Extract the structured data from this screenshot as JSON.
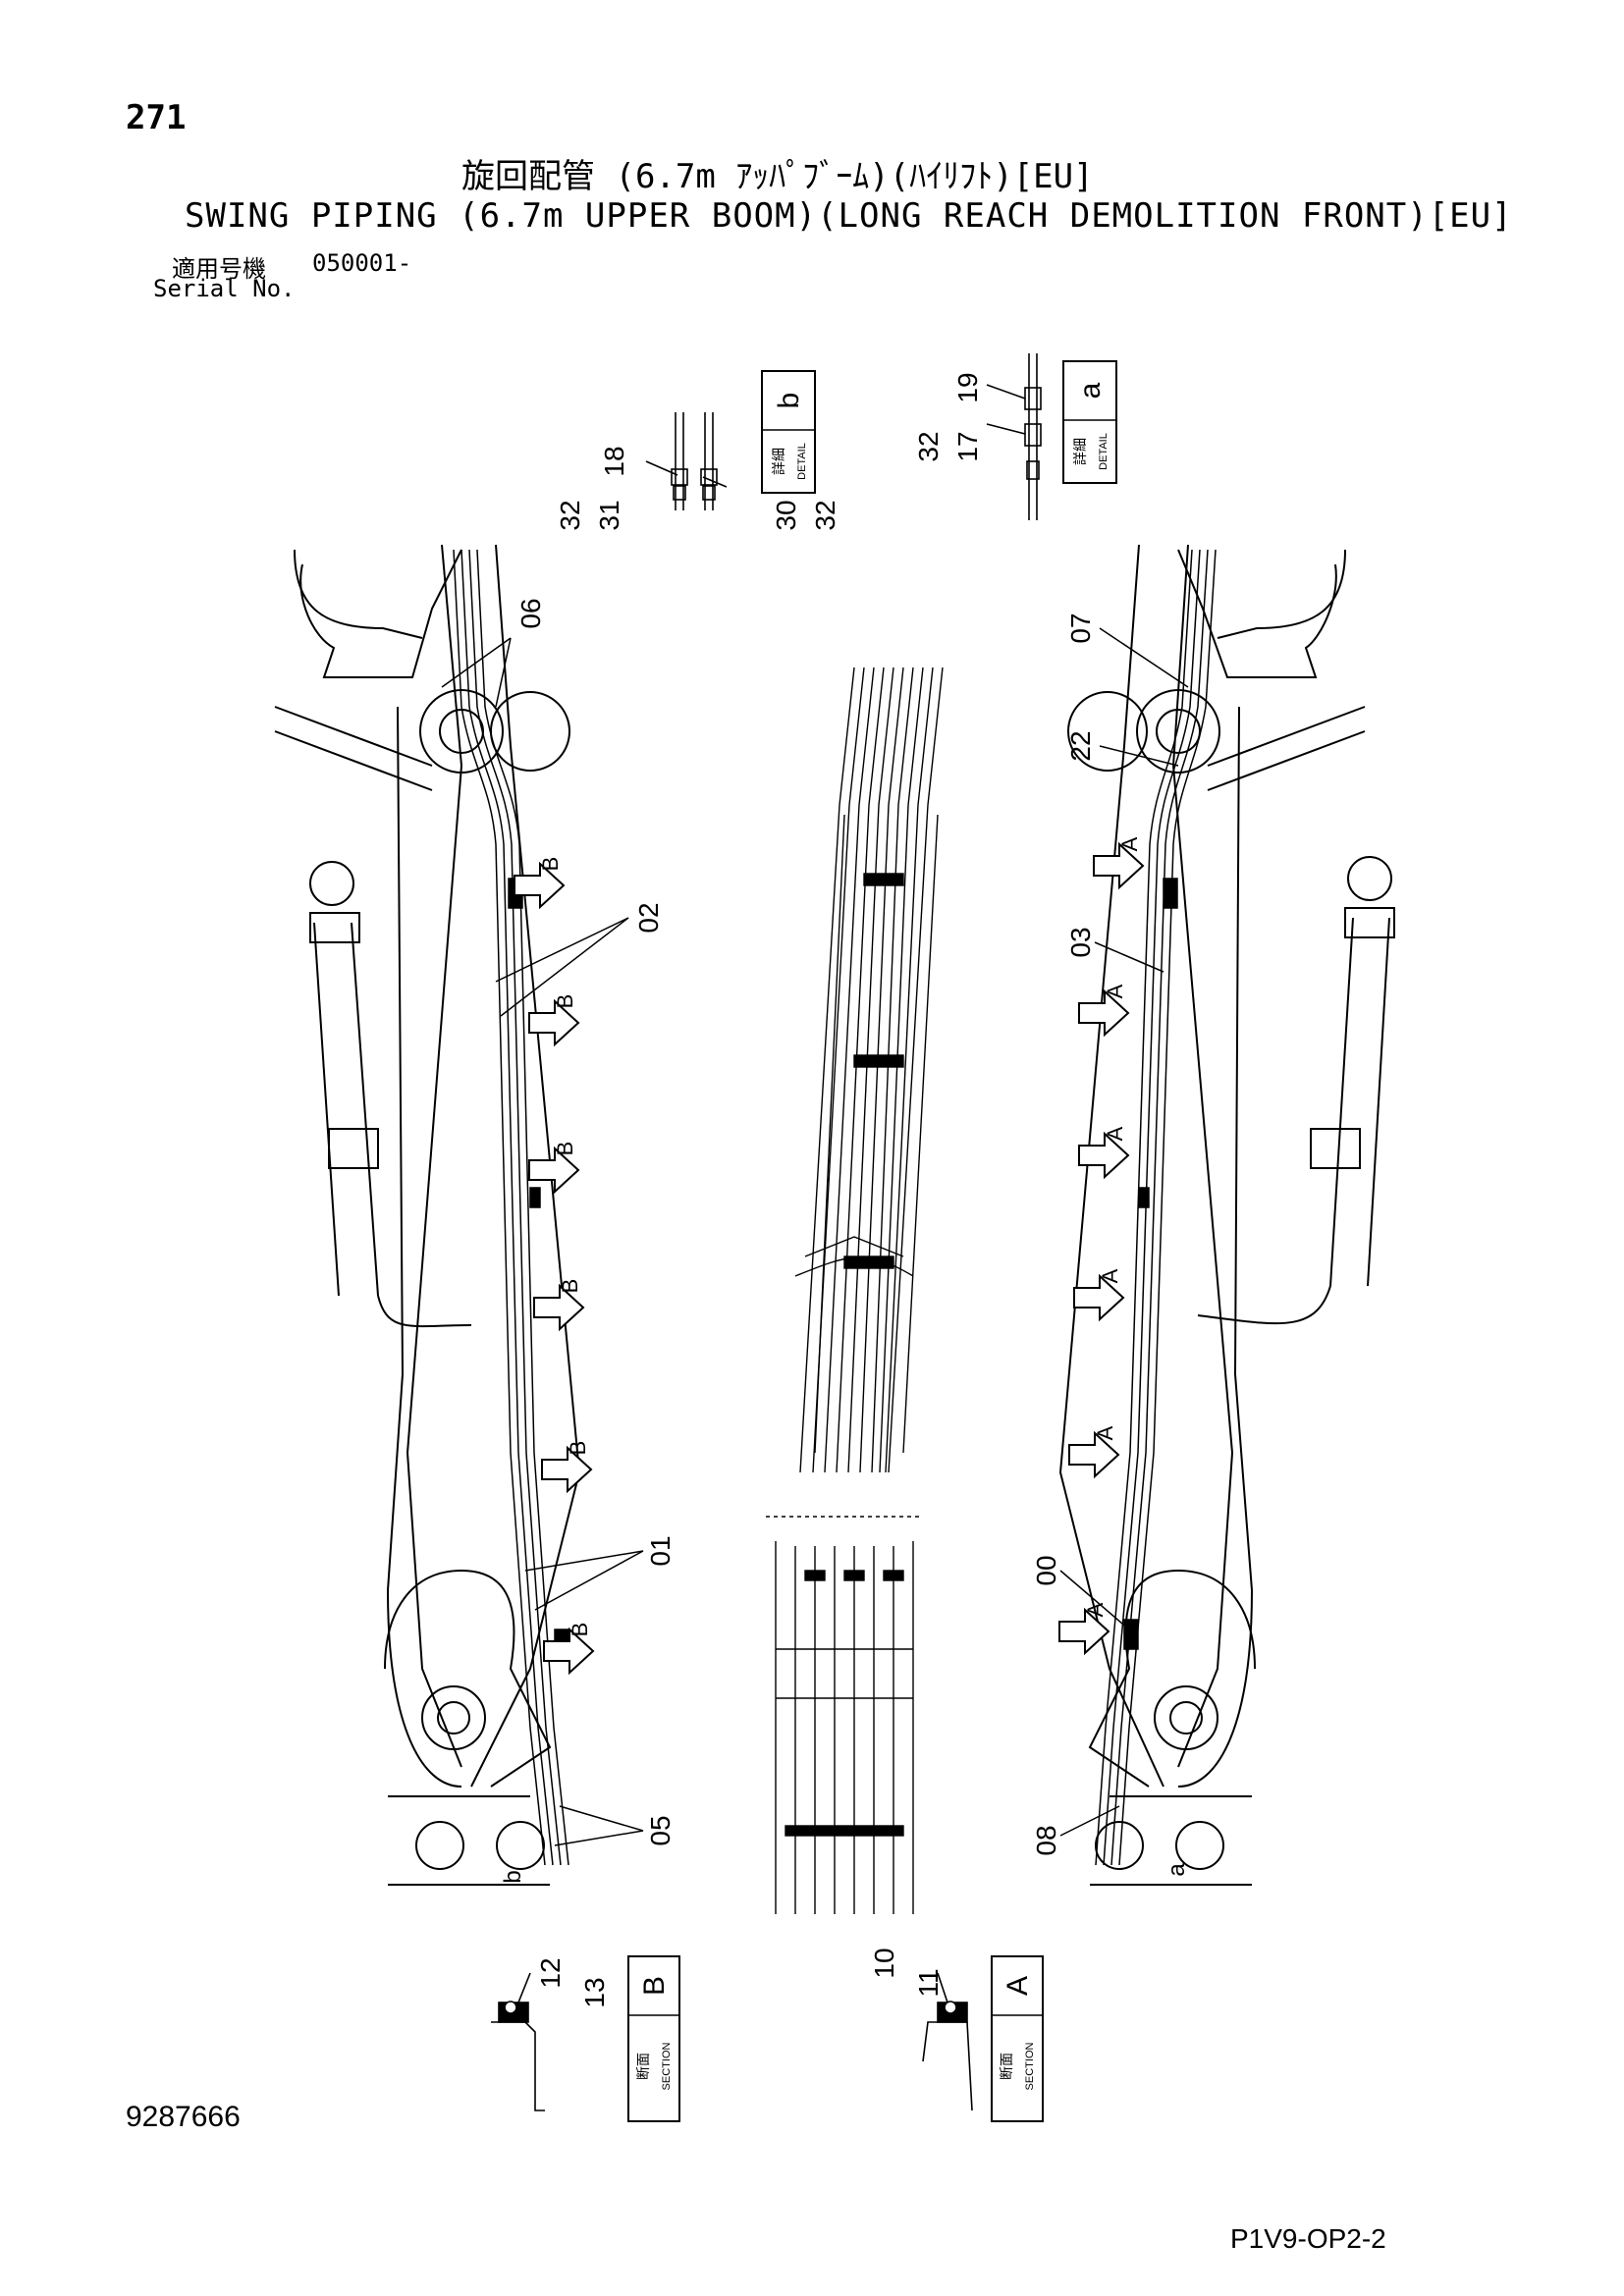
{
  "header": {
    "page_number": "271",
    "title_ja": "旋回配管 (6.7m ｱｯﾊﾟﾌﾞｰﾑ)(ﾊｲﾘﾌﾄ)[EU]",
    "title_en": "SWING PIPING (6.7m UPPER BOOM)(LONG REACH DEMOLITION FRONT)[EU]",
    "serial_label_ja": "適用号機",
    "serial_value": "050001-",
    "serial_label_en": "Serial No."
  },
  "details": {
    "detail_b": {
      "letter": "b",
      "kanji": "詳細",
      "word": "DETAIL",
      "labels": [
        "18",
        "32",
        "31",
        "30",
        "32"
      ]
    },
    "detail_a": {
      "letter": "a",
      "kanji": "詳細",
      "word": "DETAIL",
      "labels": [
        "19",
        "17",
        "32"
      ]
    }
  },
  "callouts": {
    "left": [
      "06",
      "02",
      "01",
      "05",
      "b"
    ],
    "right": [
      "07",
      "22",
      "03",
      "00",
      "08",
      "a"
    ]
  },
  "section_markers": {
    "left": "B",
    "right": "A"
  },
  "sections": {
    "section_b": {
      "letter": "B",
      "kanji": "断面",
      "word": "SECTION",
      "labels": [
        "12",
        "13"
      ]
    },
    "section_a": {
      "letter": "A",
      "kanji": "断面",
      "word": "SECTION",
      "labels": [
        "10",
        "11"
      ]
    }
  },
  "footer": {
    "doc_number": "9287666",
    "drawing_code": "P1V9-OP2-2"
  }
}
